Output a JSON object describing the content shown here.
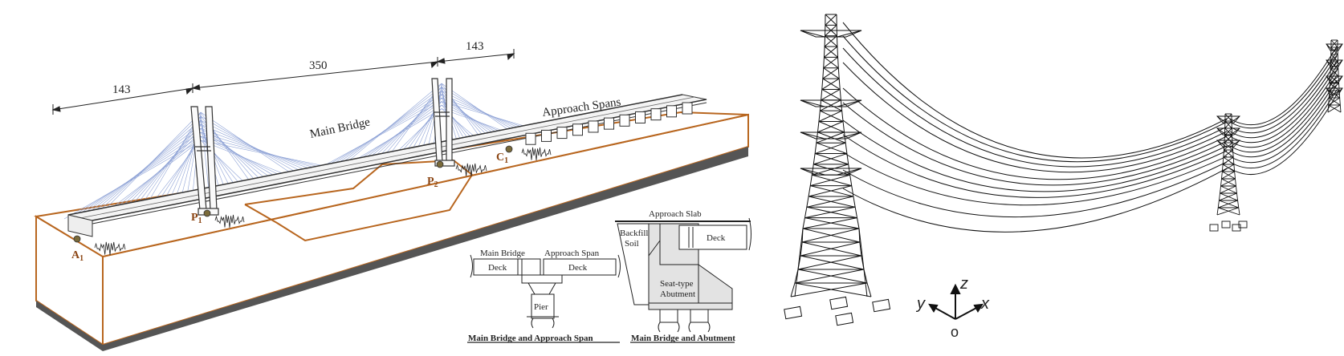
{
  "bridge": {
    "dimensions": {
      "left_span": "143",
      "main_span": "350",
      "right_span": "143"
    },
    "labels": {
      "main_bridge": "Main Bridge",
      "approach_spans": "Approach Spans"
    },
    "points": {
      "a1": "A",
      "a1_sub": "1",
      "p1": "P",
      "p1_sub": "1",
      "p2": "P",
      "p2_sub": "2",
      "c1": "C",
      "c1_sub": "1"
    },
    "detail_pier": {
      "main_bridge": "Main Bridge",
      "approach_span": "Approach Span",
      "deck_left": "Deck",
      "deck_right": "Deck",
      "pier": "Pier",
      "caption": "Main Bridge and Approach Span"
    },
    "detail_abutment": {
      "approach_slab": "Approach Slab",
      "backfill": "Backfill",
      "soil": "Soil",
      "deck": "Deck",
      "seat_type": "Seat-type",
      "abutment": "Abutment",
      "caption": "Main Bridge and Abutment"
    },
    "colors": {
      "ground_edge": "#b8661f",
      "cable": "#8fa3d6",
      "site_marker": "#7a6a3a",
      "label_brown": "#8b4513"
    }
  },
  "transmission": {
    "axes": {
      "z": "z",
      "y": "y",
      "x": "x",
      "origin": "o"
    }
  }
}
